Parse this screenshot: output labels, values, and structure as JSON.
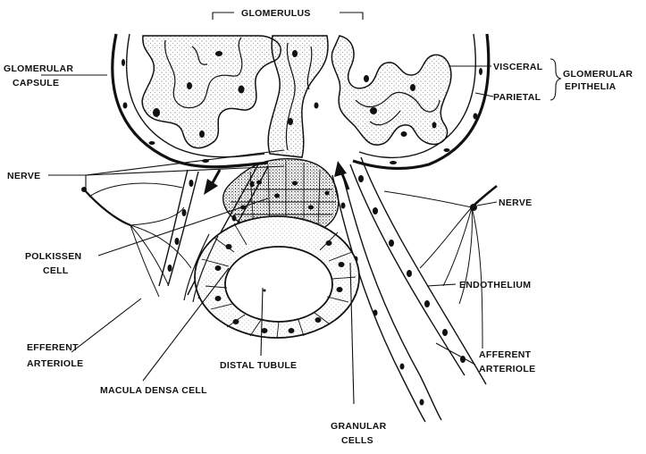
{
  "labels": {
    "glomerulus": "GLOMERULUS",
    "glomerular_capsule_1": "GLOMERULAR",
    "glomerular_capsule_2": "CAPSULE",
    "visceral": "VISCERAL",
    "parietal": "PARIETAL",
    "glomerular_epithelia_1": "GLOMERULAR",
    "glomerular_epithelia_2": "EPITHELIA",
    "nerve_left": "NERVE",
    "nerve_right": "NERVE",
    "polkissen_1": "POLKISSEN",
    "polkissen_2": "CELL",
    "endothelium": "ENDOTHELIUM",
    "efferent_1": "EFFERENT",
    "efferent_2": "ARTERIOLE",
    "afferent_1": "AFFERENT",
    "afferent_2": "ARTERIOLE",
    "distal_tubule": "DISTAL  TUBULE",
    "macula_densa": "MACULA  DENSA  CELL",
    "granular_1": "GRANULAR",
    "granular_2": "CELLS"
  },
  "colors": {
    "ink": "#111111",
    "background": "#ffffff",
    "stipple": "#555555"
  }
}
